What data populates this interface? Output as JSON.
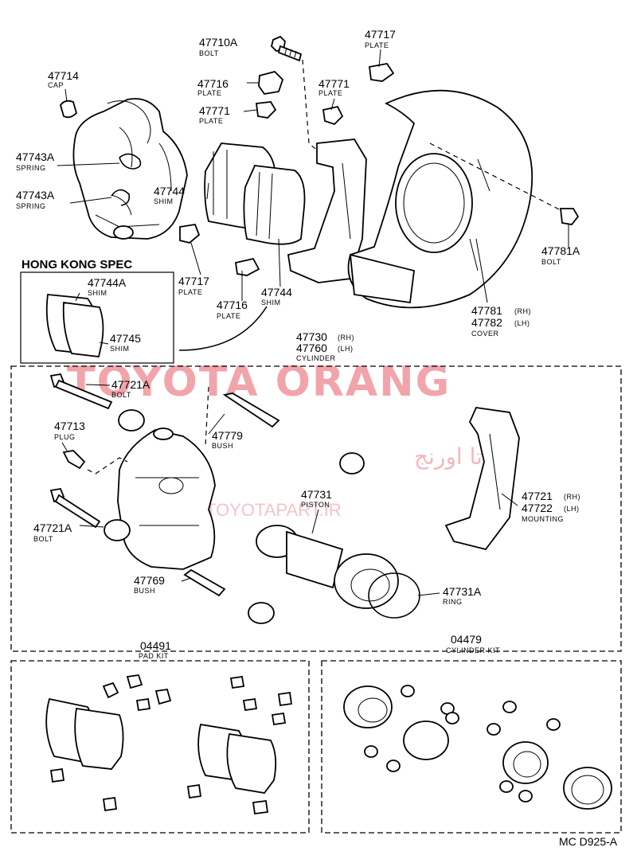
{
  "watermark": {
    "brand": "TOYOTA ORANG",
    "arabic": "تويوتا اورنج",
    "site": "TOYOTAPART.IR"
  },
  "diagram_code": "MC D925-A",
  "hong_kong_title": "HONG KONG SPEC",
  "labels": {
    "p47710A": {
      "num": "47710A",
      "name": "BOLT"
    },
    "p47717top": {
      "num": "47717",
      "name": "PLATE"
    },
    "p47714": {
      "num": "47714",
      "name": "CAP"
    },
    "p47716top": {
      "num": "47716",
      "name": "PLATE"
    },
    "p47771a": {
      "num": "47771",
      "name": "PLATE"
    },
    "p47771b": {
      "num": "47771",
      "name": "PLATE"
    },
    "p47743A_1": {
      "num": "47743A",
      "name": "SPRING"
    },
    "p47743A_2": {
      "num": "47743A",
      "name": "SPRING"
    },
    "p47744top": {
      "num": "47744",
      "name": "SHIM"
    },
    "p47781A": {
      "num": "47781A",
      "name": "BOLT"
    },
    "p47717mid": {
      "num": "47717",
      "name": "PLATE"
    },
    "p47716mid": {
      "num": "47716",
      "name": "PLATE"
    },
    "p47744mid": {
      "num": "47744",
      "name": "SHIM"
    },
    "p47781": {
      "num": "47781",
      "suffix": "(RH)"
    },
    "p47782": {
      "num": "47782",
      "suffix": "(LH)",
      "name": "COVER"
    },
    "p47744A": {
      "num": "47744A",
      "name": "SHIM"
    },
    "p47745": {
      "num": "47745",
      "name": "SHIM"
    },
    "p47730": {
      "num": "47730",
      "suffix": "(RH)"
    },
    "p47760": {
      "num": "47760",
      "suffix": "(LH)",
      "name": "CYLINDER"
    },
    "p47721A_1": {
      "num": "47721A",
      "name": "BOLT"
    },
    "p47713": {
      "num": "47713",
      "name": "PLUG"
    },
    "p47779": {
      "num": "47779",
      "name": "BUSH"
    },
    "p47721A_2": {
      "num": "47721A",
      "name": "BOLT"
    },
    "p47731": {
      "num": "47731",
      "name": "PISTON"
    },
    "p47721": {
      "num": "47721",
      "suffix": "(RH)"
    },
    "p47722": {
      "num": "47722",
      "suffix": "(LH)",
      "name": "MOUNTING"
    },
    "p47769": {
      "num": "47769",
      "name": "BUSH"
    },
    "p47731A": {
      "num": "47731A",
      "name": "RING"
    },
    "p04491": {
      "num": "04491",
      "name": "PAD KIT"
    },
    "p04479": {
      "num": "04479",
      "name": "CYLINDER KIT"
    }
  }
}
